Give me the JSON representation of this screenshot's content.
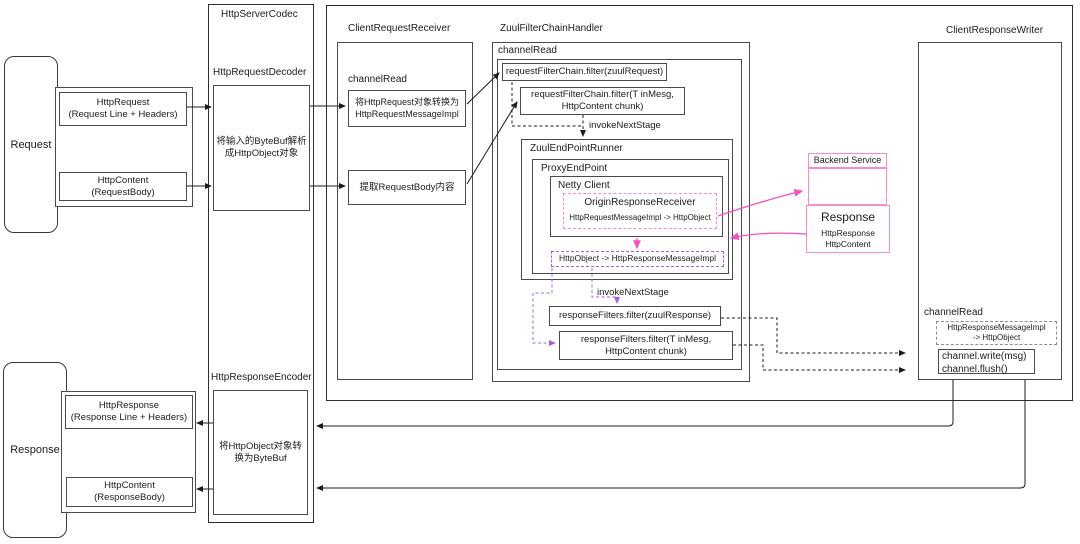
{
  "colors": {
    "pink": "#f651bd",
    "pink_light": "#f78cce",
    "violet": "#a85cf0",
    "line": "#1c1c1c",
    "gray_dash": "#8f8f8f"
  },
  "left": {
    "request_label": "Request",
    "response_label": "Response",
    "http_request": "HttpRequest\n(Request Line + Headers)",
    "http_content_req": "HttpContent\n(RequestBody)",
    "http_response": "HttpResponse\n(Response Line + Headers)",
    "http_content_res": "HttpContent\n(ResponseBody)"
  },
  "codec": {
    "title": "HttpServerCodec",
    "decoder_title": "HttpRequestDecoder",
    "decoder_desc": "将输入的ByteBuf解析\n成HttpObject对象",
    "encoder_title": "HttpResponseEncoder",
    "encoder_desc": "将HttpObject对象转\n换为ByteBuf"
  },
  "receiver": {
    "title": "ClientRequestReceiver",
    "channel_read": "channelRead",
    "convert_box": "将HttpRequest对象转换为\nHttpRequestMessageImpl",
    "extract_box": "提取RequestBody内容"
  },
  "filter_chain": {
    "title": "ZuulFilterChainHandler",
    "channel_read": "channelRead",
    "request_filter_1": "requestFilterChain.filter(zuulRequest)",
    "request_filter_2": "requestFilterChain.filter(T inMesg,\nHttpContent chunk)",
    "invoke_next_stage_1": "invokeNextStage",
    "invoke_next_stage_2": "invokeNextStage",
    "endpoint_runner_title": "ZuulEndPointRunner",
    "proxy_endpoint_title": "ProxyEndPoint",
    "netty_client_title": "Netty Client",
    "origin_receiver_title": "OriginResponseReceiver",
    "origin_receiver_mapping": "HttpRequestMessageImpl -> HttpObject",
    "response_mapping": "HttpObject -> HttpResponseMessageImpl",
    "response_filter_1": "responseFilters.filter(zuulResponse)",
    "response_filter_2": "responseFilters.filter(T inMesg,\nHttpContent chunk)"
  },
  "backend": {
    "service_title": "Backend Service",
    "response_title": "Response",
    "response_items": "HttpResponse\nHttpContent"
  },
  "writer": {
    "title": "ClientResponseWriter",
    "channel_read": "channelRead",
    "mapping": "HttpResponseMessageImpl\n-> HttpObject",
    "write_calls": "channel.write(msg)\nchannel.flush()"
  }
}
